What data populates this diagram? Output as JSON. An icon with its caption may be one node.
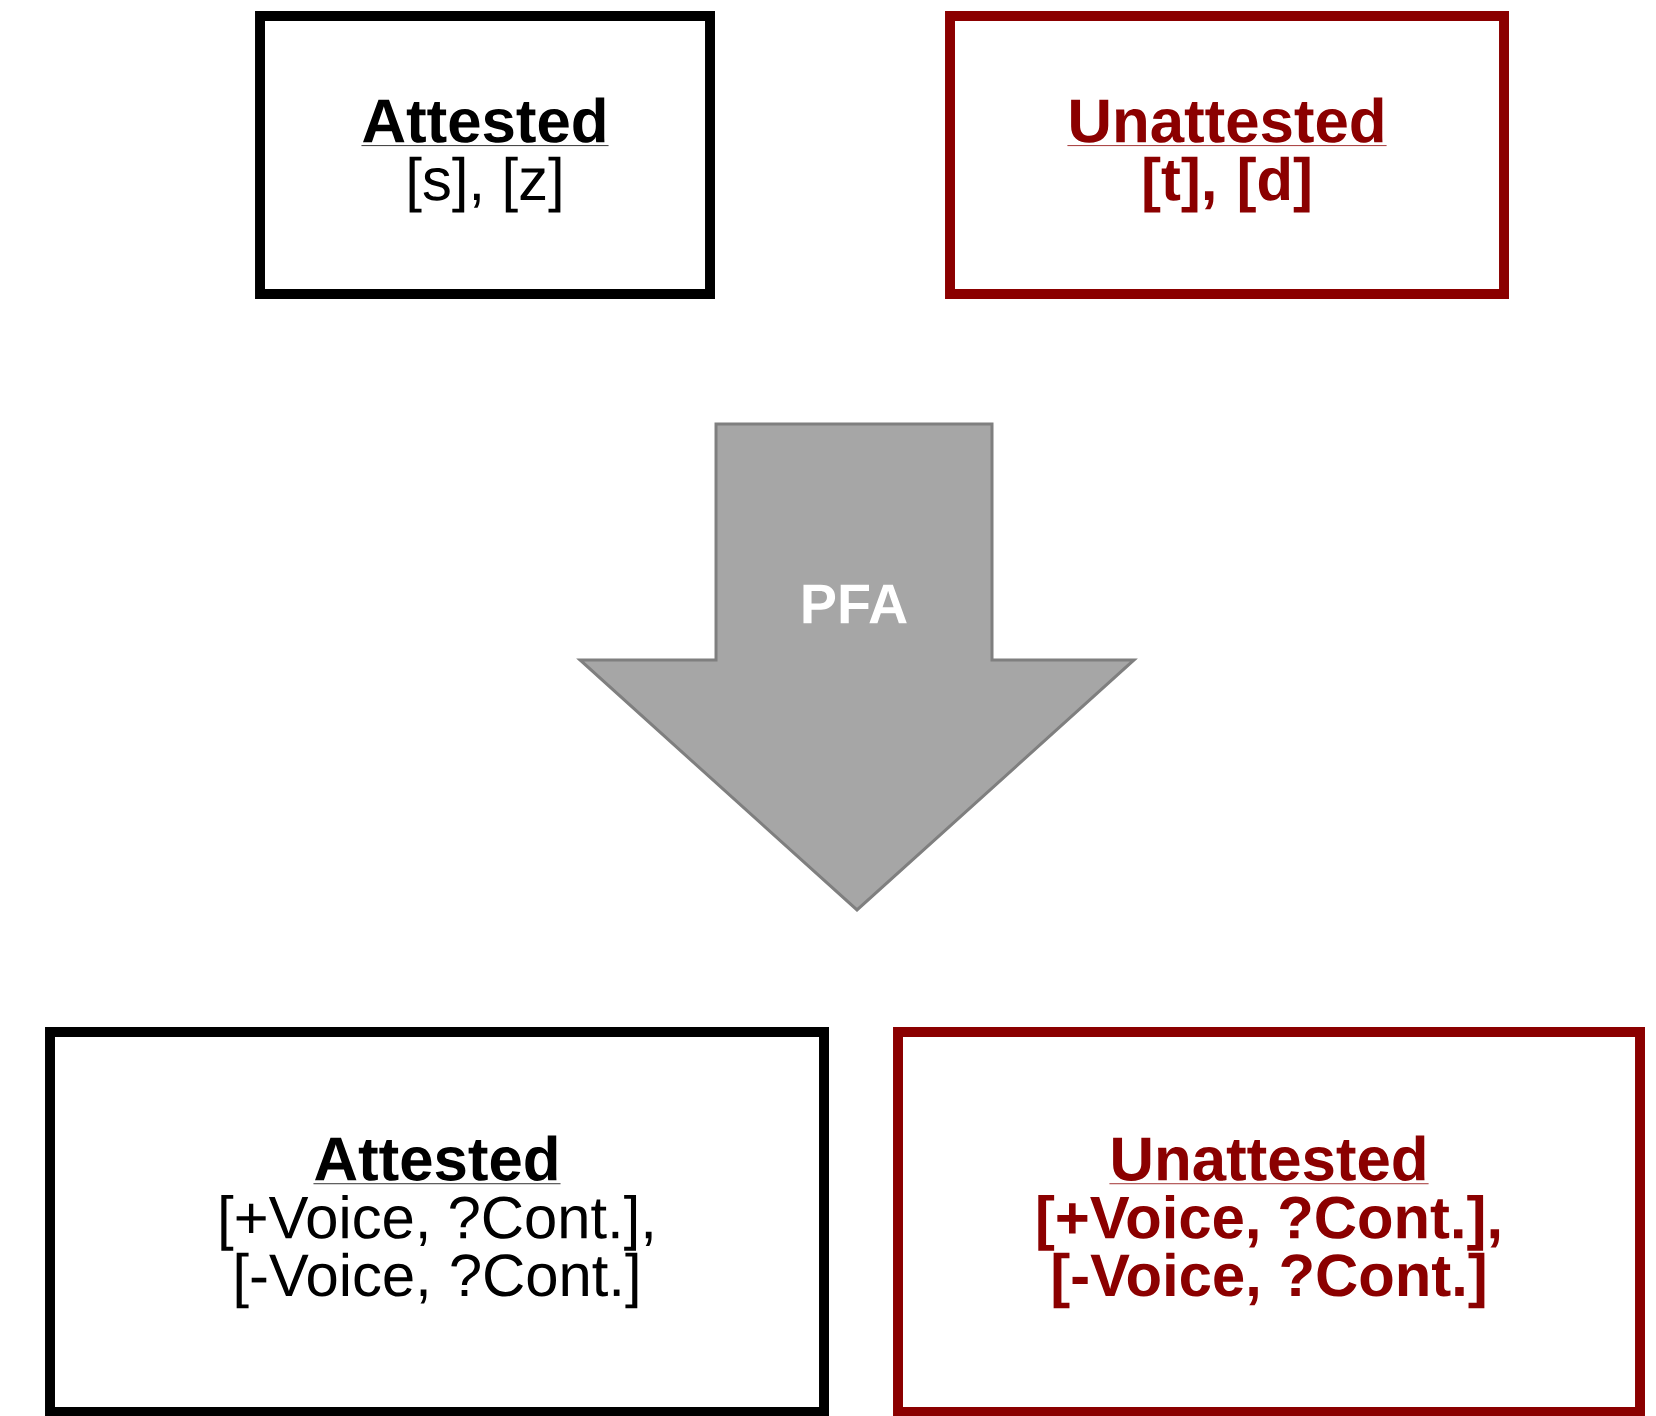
{
  "diagram": {
    "nodes": [
      {
        "text": [
          "Attested",
          "[s], [z]"
        ]
      },
      {
        "text": [
          "Unattested",
          "[t], [d]"
        ]
      },
      {
        "text": [
          "PFA"
        ]
      },
      {
        "text": [
          "Attested",
          "[+Voice, ?Cont.], [-Voice, ?Cont.]"
        ]
      },
      {
        "text": [
          "Unattested",
          "[+Voice, ?Cont.], [-Voice, ?Cont.]"
        ]
      }
    ]
  }
}
